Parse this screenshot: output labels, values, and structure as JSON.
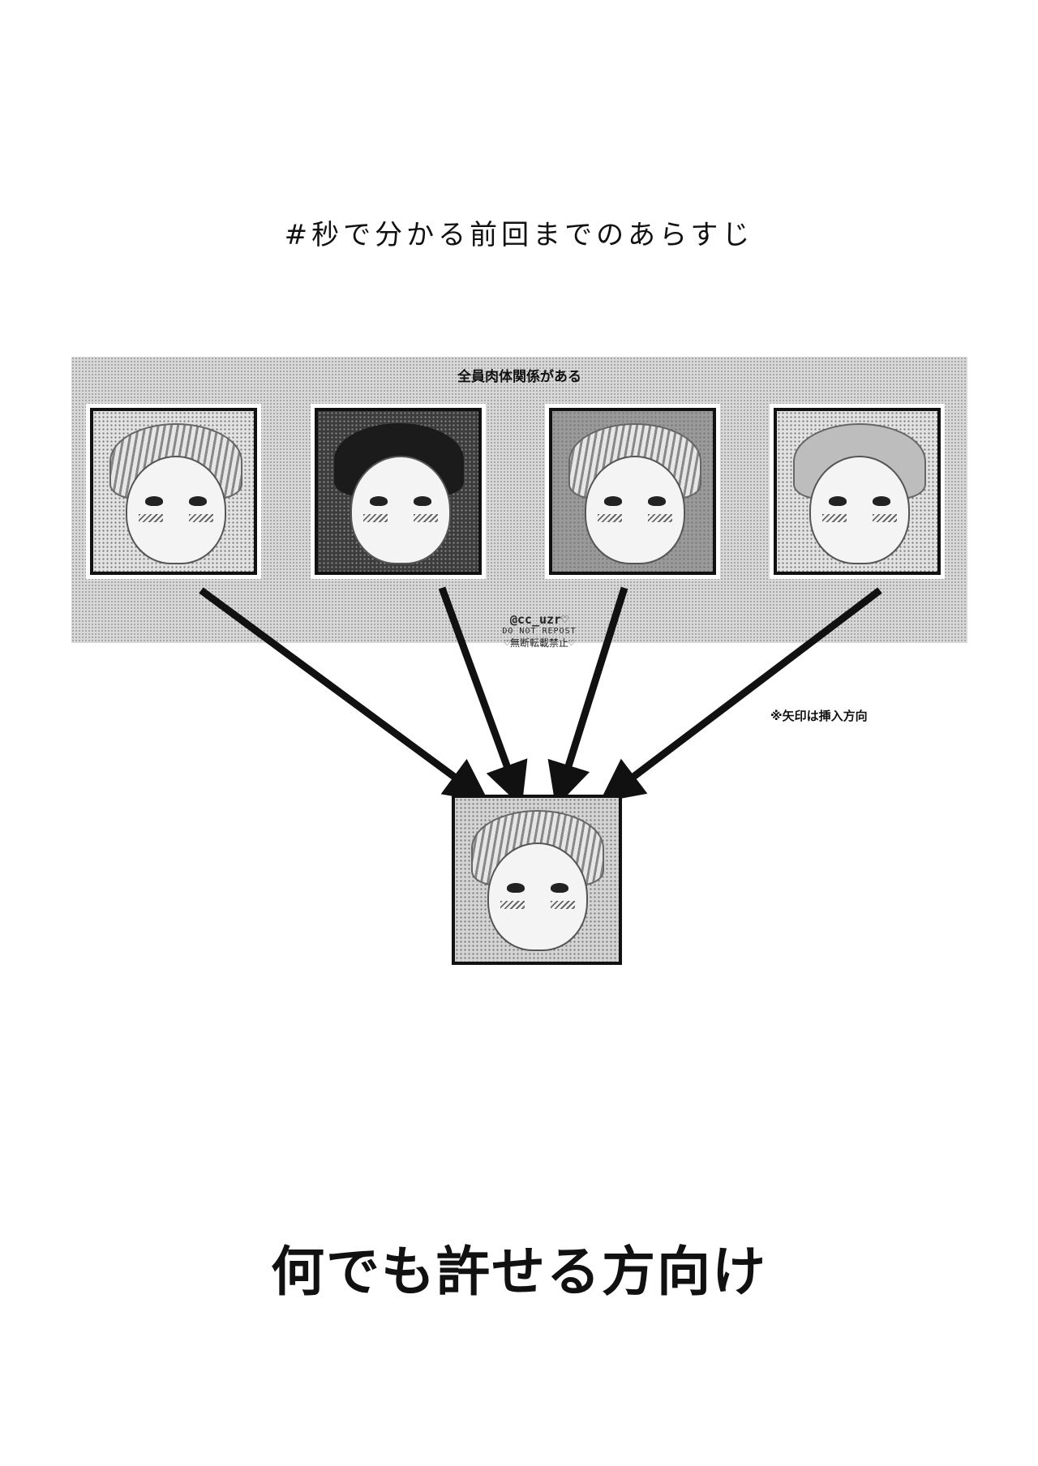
{
  "page": {
    "title": "#秒で分かる前回までのあらすじ",
    "band_label": "全員肉体関係がある",
    "credit": {
      "handle": "@cc_uzr♡",
      "no_repost": "DO NOT REPOST",
      "kinshi": "♡無断転載禁止♡"
    },
    "note": "※矢印は挿入方向",
    "bottom_text": "何でも許せる方向け"
  },
  "panels": [
    {
      "name": "character-panel-1",
      "tone": "light"
    },
    {
      "name": "character-panel-2",
      "tone": "dark"
    },
    {
      "name": "character-panel-3",
      "tone": "mid"
    },
    {
      "name": "character-panel-4",
      "tone": "light"
    }
  ],
  "colors": {
    "ink": "#111111",
    "screentone": "#d8d8d8",
    "background": "#ffffff"
  }
}
